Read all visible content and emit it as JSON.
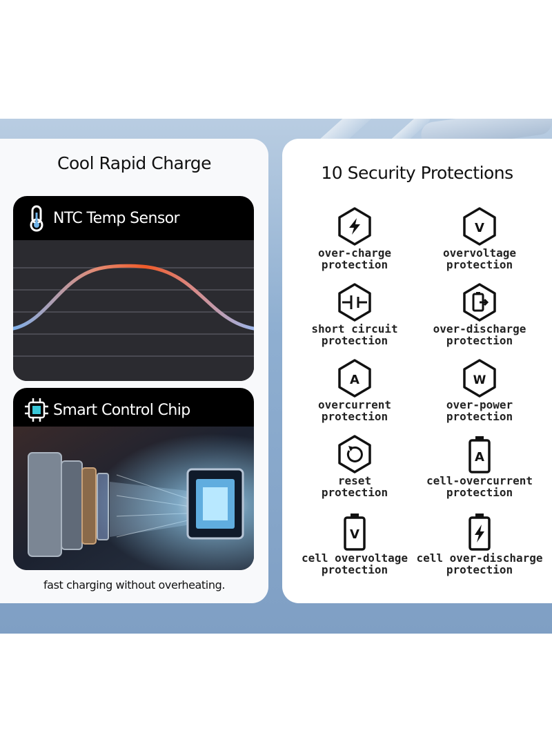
{
  "left_card": {
    "title": "Cool Rapid Charge",
    "ntc_panel": {
      "label": "NTC Temp Sensor",
      "icon": "thermometer-icon"
    },
    "chip_panel": {
      "label": "Smart Control Chip",
      "icon": "chip-icon"
    },
    "caption": "fast charging without overheating."
  },
  "right_card": {
    "title": "10 Security Protections",
    "protections": [
      {
        "line1": "over-charge",
        "line2": "protection",
        "icon": "lightning-hexagon-icon"
      },
      {
        "line1": "overvoltage",
        "line2": "protection",
        "icon": "v-hexagon-icon"
      },
      {
        "line1": "short circuit",
        "line2": "protection",
        "icon": "circuit-hexagon-icon"
      },
      {
        "line1": "over-discharge",
        "line2": "protection",
        "icon": "discharge-hexagon-icon"
      },
      {
        "line1": "overcurrent",
        "line2": "protection",
        "icon": "a-hexagon-icon"
      },
      {
        "line1": "over-power",
        "line2": "protection",
        "icon": "w-hexagon-icon"
      },
      {
        "line1": "reset",
        "line2": "protection",
        "icon": "reset-hexagon-icon"
      },
      {
        "line1": "cell-overcurrent",
        "line2": "protection",
        "icon": "battery-a-icon"
      },
      {
        "line1": "cell overvoltage",
        "line2": "protection",
        "icon": "battery-v-icon"
      },
      {
        "line1": "cell over-discharge",
        "line2": "protection",
        "icon": "battery-lightning-icon"
      }
    ]
  },
  "colors": {
    "band": "#8fafd1",
    "curve_hot": "#f05a28",
    "curve_cool": "#8eb3e8",
    "chip_glow": "#7fd8ff"
  }
}
